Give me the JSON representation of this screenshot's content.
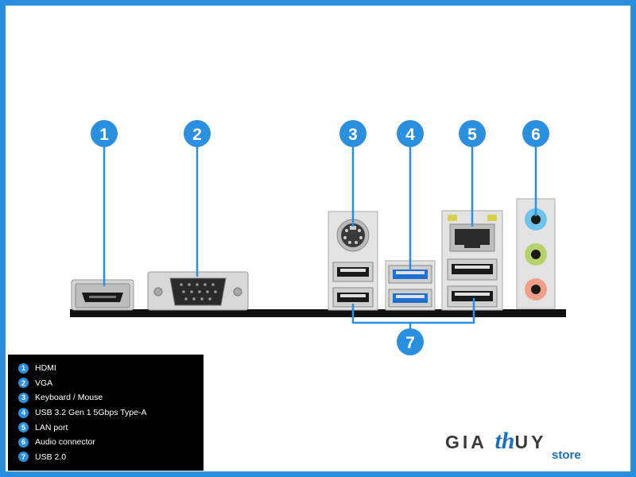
{
  "title": "Motherboard rear I/O panel",
  "callouts": [
    "1",
    "2",
    "3",
    "4",
    "5",
    "6",
    "7"
  ],
  "legend": [
    {
      "num": "1",
      "label": "HDMI"
    },
    {
      "num": "2",
      "label": "VGA"
    },
    {
      "num": "3",
      "label": "Keyboard / Mouse"
    },
    {
      "num": "4",
      "label": "USB 3.2 Gen 1 5Gbps Type-A"
    },
    {
      "num": "5",
      "label": "LAN port"
    },
    {
      "num": "6",
      "label": "Audio connector"
    },
    {
      "num": "7",
      "label": "USB 2.0"
    }
  ],
  "logo": {
    "brand_left": "GIA",
    "brand_script": "th",
    "brand_right": "UY",
    "sub": "store"
  },
  "colors": {
    "accent": "#2b8fe0",
    "usb3": "#1e6fd0",
    "panel": "#000000",
    "audio_blue": "#6fc3e8",
    "audio_green": "#b5d36a",
    "audio_pink": "#f0a08a"
  }
}
